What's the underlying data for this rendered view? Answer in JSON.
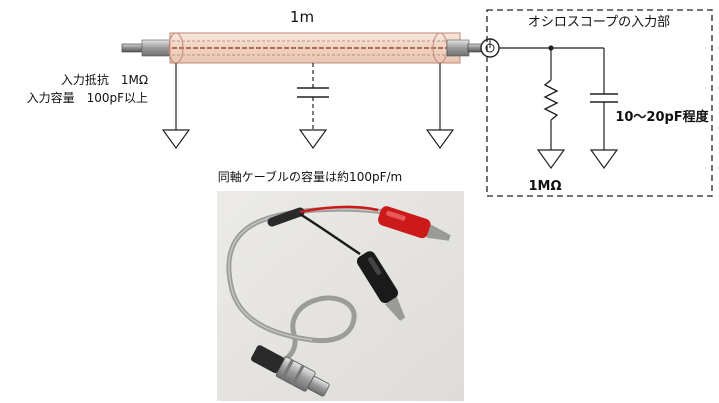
{
  "cable": {
    "length_label": "1m",
    "caption": "同軸ケーブルの容量は約100pF/m"
  },
  "input_specs": {
    "resistance": "入力抵抗　1MΩ",
    "capacitance": "入力容量　100pF以上"
  },
  "oscilloscope": {
    "box_title": "オシロスコープの入力部",
    "resistor_value": "1MΩ",
    "capacitor_value": "10～20pF程度"
  },
  "colors": {
    "cable_sheath": "#f3d8c8",
    "cable_outline": "#c08a7a",
    "lead_red": "#cc1a1a",
    "clip_black": "#1a1a1a",
    "photo_background": "#e9e7e4"
  },
  "photo": {
    "subject": "BNC coaxial cable with red and black alligator clips"
  }
}
